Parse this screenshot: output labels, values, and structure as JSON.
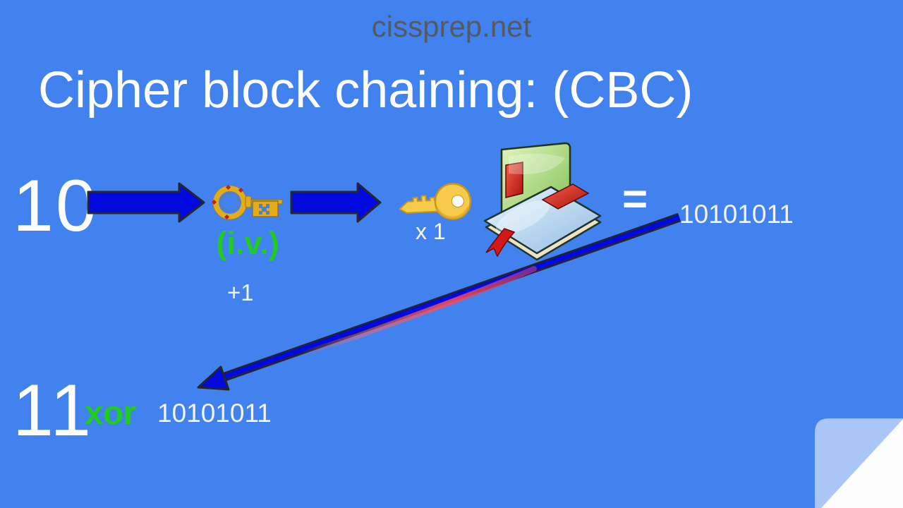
{
  "watermark": "cissprep.net",
  "title": "Cipher block chaining: (CBC)",
  "flow": {
    "plaintext_block": "10",
    "iv_label": "(i.v.)",
    "iv_increment": "+1",
    "key_count": "x 1",
    "equals_sign": "=",
    "ciphertext": "10101011"
  },
  "xor_row": {
    "plaintext_block": "11",
    "operator": "xor",
    "previous_ciphertext": "10101011"
  },
  "icons": {
    "iv_key": "antique-key-icon",
    "session_key": "yellow-key-icon",
    "codebook": "books-icon",
    "flow_arrows": "blue-right-arrow",
    "feedback_arrow": "blue-diagonal-arrow"
  },
  "colors": {
    "background": "#4282EE",
    "arrow_blue": "#000ADF",
    "arrow_outline": "#24242A",
    "label_green": "#21CB21",
    "text_white": "#FFFFFF",
    "watermark_gray": "#565A60",
    "key_gold": "#E2AC1C",
    "modern_key_yellow": "#F6CA4A",
    "book_green": "#9ACD68",
    "book_blue": "#AECDE8",
    "book_red": "#D82020",
    "red_trail": "#F04A62"
  }
}
